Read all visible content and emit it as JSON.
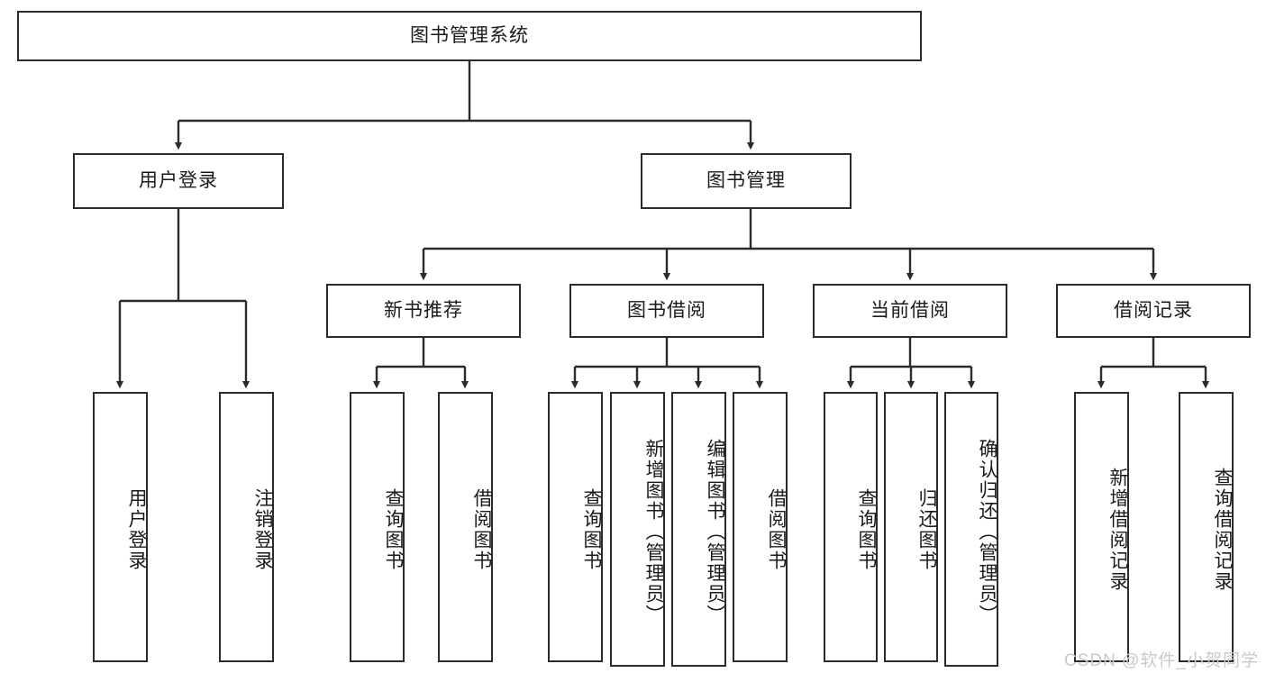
{
  "diagram": {
    "title": "图书管理系统",
    "type": "tree",
    "stroke_color": "#2b2b2b",
    "fill_color": "#ffffff",
    "text_color": "#1a1a1a",
    "root": {
      "label": "图书管理系统"
    },
    "level1": [
      {
        "label": "用户登录"
      },
      {
        "label": "图书管理"
      }
    ],
    "level2": [
      {
        "label": "新书推荐"
      },
      {
        "label": "图书借阅"
      },
      {
        "label": "当前借阅"
      },
      {
        "label": "借阅记录"
      }
    ],
    "leaves": {
      "user_login": [
        {
          "label": "用户登录"
        },
        {
          "label": "注销登录"
        }
      ],
      "new_book_recommend": [
        {
          "label": "查询图书"
        },
        {
          "label": "借阅图书"
        }
      ],
      "book_borrow": [
        {
          "label": "查询图书"
        },
        {
          "label": "新增图书（管理员）"
        },
        {
          "label": "编辑图书（管理员）"
        },
        {
          "label": "借阅图书"
        }
      ],
      "current_borrow": [
        {
          "label": "查询图书"
        },
        {
          "label": "归还图书"
        },
        {
          "label": "确认归还（管理员）"
        }
      ],
      "borrow_record": [
        {
          "label": "新增借阅记录"
        },
        {
          "label": "查询借阅记录"
        }
      ]
    }
  },
  "watermark": {
    "text": "CSDN @软件_小贺同学",
    "color": "#c9c9c9"
  }
}
